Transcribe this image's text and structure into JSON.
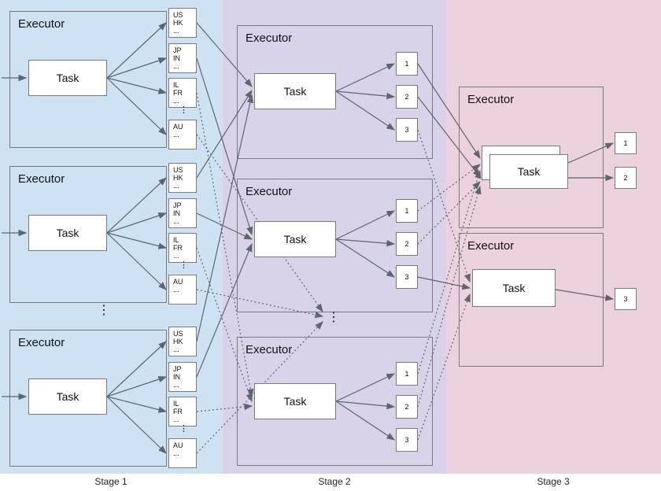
{
  "diagram": {
    "colors": {
      "stage1_bg": "#cfe2f3",
      "stage2_bg": "#d9d2e9",
      "stage3_bg": "#ecd2de",
      "line": "#5d666e",
      "box_border": "#7a7a7a"
    },
    "stages": [
      {
        "label": "Stage 1",
        "ellipsis": "⋮",
        "executors": [
          {
            "label": "Executor",
            "task": "Task",
            "output_ellipsis": "⋮",
            "outputs": [
              [
                "US",
                "HK",
                "..."
              ],
              [
                "JP",
                "IN",
                "..."
              ],
              [
                "IL",
                "FR",
                "..."
              ],
              [
                "AU",
                "..."
              ]
            ]
          },
          {
            "label": "Executor",
            "task": "Task",
            "output_ellipsis": "⋮",
            "outputs": [
              [
                "US",
                "HK",
                "..."
              ],
              [
                "JP",
                "IN",
                "..."
              ],
              [
                "IL",
                "FR",
                "..."
              ],
              [
                "AU",
                "..."
              ]
            ]
          },
          {
            "label": "Executor",
            "task": "Task",
            "output_ellipsis": "⋮",
            "outputs": [
              [
                "US",
                "HK",
                "..."
              ],
              [
                "JP",
                "IN",
                "..."
              ],
              [
                "IL",
                "FR",
                "..."
              ],
              [
                "AU",
                "..."
              ]
            ]
          }
        ]
      },
      {
        "label": "Stage 2",
        "ellipsis": "⋮",
        "executors": [
          {
            "label": "Executor",
            "task": "Task",
            "outputs": [
              [
                "1"
              ],
              [
                "2"
              ],
              [
                "3"
              ]
            ]
          },
          {
            "label": "Executor",
            "task": "Task",
            "outputs": [
              [
                "1"
              ],
              [
                "2"
              ],
              [
                "3"
              ]
            ]
          },
          {
            "label": "Executor",
            "task": "Task",
            "outputs": [
              [
                "1"
              ],
              [
                "2"
              ],
              [
                "3"
              ]
            ]
          }
        ]
      },
      {
        "label": "Stage 3",
        "executors": [
          {
            "label": "Executor",
            "task": "Task",
            "outputs": [
              [
                "1"
              ],
              [
                "2"
              ]
            ]
          },
          {
            "label": "Executor",
            "task": "Task",
            "outputs": [
              [
                "3"
              ]
            ]
          }
        ]
      }
    ]
  }
}
